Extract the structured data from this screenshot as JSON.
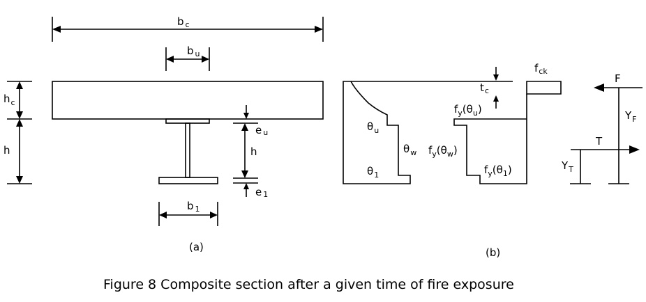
{
  "caption": "Figure 8  Composite section after a given time of fire exposure",
  "panel_a": {
    "label": "(a)",
    "bc": {
      "main": "b",
      "sub": "c"
    },
    "bu": {
      "main": "b",
      "sub": "u"
    },
    "hc": {
      "main": "h",
      "sub": "c"
    },
    "h_left": "h",
    "eu": {
      "main": "e",
      "sub": "u"
    },
    "h_mid": "h",
    "e1": {
      "main": "e",
      "sub": "1"
    },
    "b1": {
      "main": "b",
      "sub": "1"
    }
  },
  "panel_b": {
    "label": "(b)",
    "theta_u": {
      "main": "θ",
      "sub": "u"
    },
    "theta_w": {
      "main": "θ",
      "sub": "w"
    },
    "theta_1": {
      "main": "θ",
      "sub": "1"
    },
    "tc": {
      "main": "t",
      "sub": "c"
    },
    "fck": {
      "main": "f",
      "sub": "ck"
    },
    "fy_u": {
      "pre": "f",
      "sub": "y",
      "open": "(θ",
      "sub2": "u",
      "close": ")"
    },
    "fy_w": {
      "pre": "f",
      "sub": "y",
      "open": "(θ",
      "sub2": "w",
      "close": ")"
    },
    "fy_1": {
      "pre": "f",
      "sub": "y",
      "open": "(θ",
      "sub2": "1",
      "close": ")"
    },
    "F": "F",
    "YF": {
      "main": "Y",
      "sub": "F"
    },
    "T": "T",
    "YT": {
      "main": "Y",
      "sub": "T"
    }
  }
}
